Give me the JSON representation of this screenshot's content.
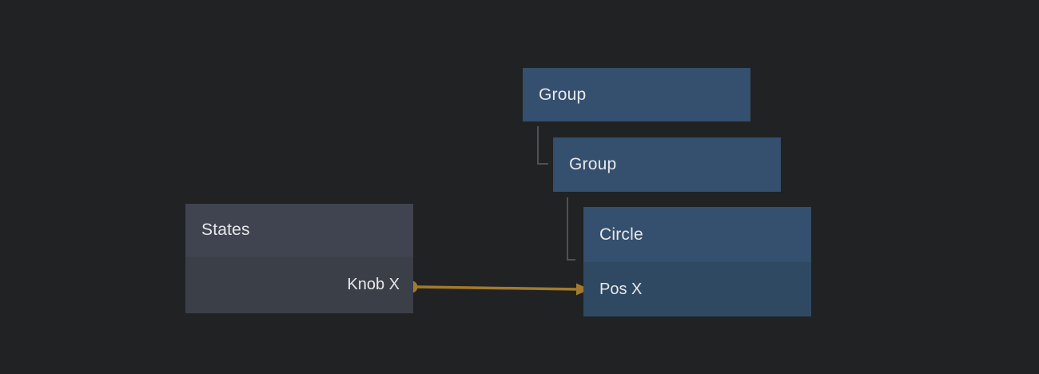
{
  "app": {
    "view": "node-graph-editor"
  },
  "colors": {
    "background": "#212224",
    "node_blue": "#354f6e",
    "node_blue_body": "#2f4963",
    "states_header": "#404450",
    "states_body": "#3b3f48",
    "tree_line": "#4e5156",
    "connection_accent": "#a27a2e",
    "text": "#e6e8ea"
  },
  "nodes": [
    {
      "id": "group-1",
      "title": "Group",
      "type": "group"
    },
    {
      "id": "group-2",
      "title": "Group",
      "type": "group",
      "parent": "Group"
    },
    {
      "id": "circle-1",
      "title": "Circle",
      "type": "shape",
      "parent": "Group",
      "ports": [
        {
          "label": "Pos X",
          "direction": "input"
        }
      ]
    },
    {
      "id": "states-1",
      "title": "States",
      "type": "states",
      "ports": [
        {
          "label": "Knob X",
          "direction": "output"
        }
      ]
    }
  ],
  "connections": [
    {
      "from_node": "States",
      "from_port": "Knob X",
      "to_node": "Circle",
      "to_port": "Pos X"
    }
  ]
}
